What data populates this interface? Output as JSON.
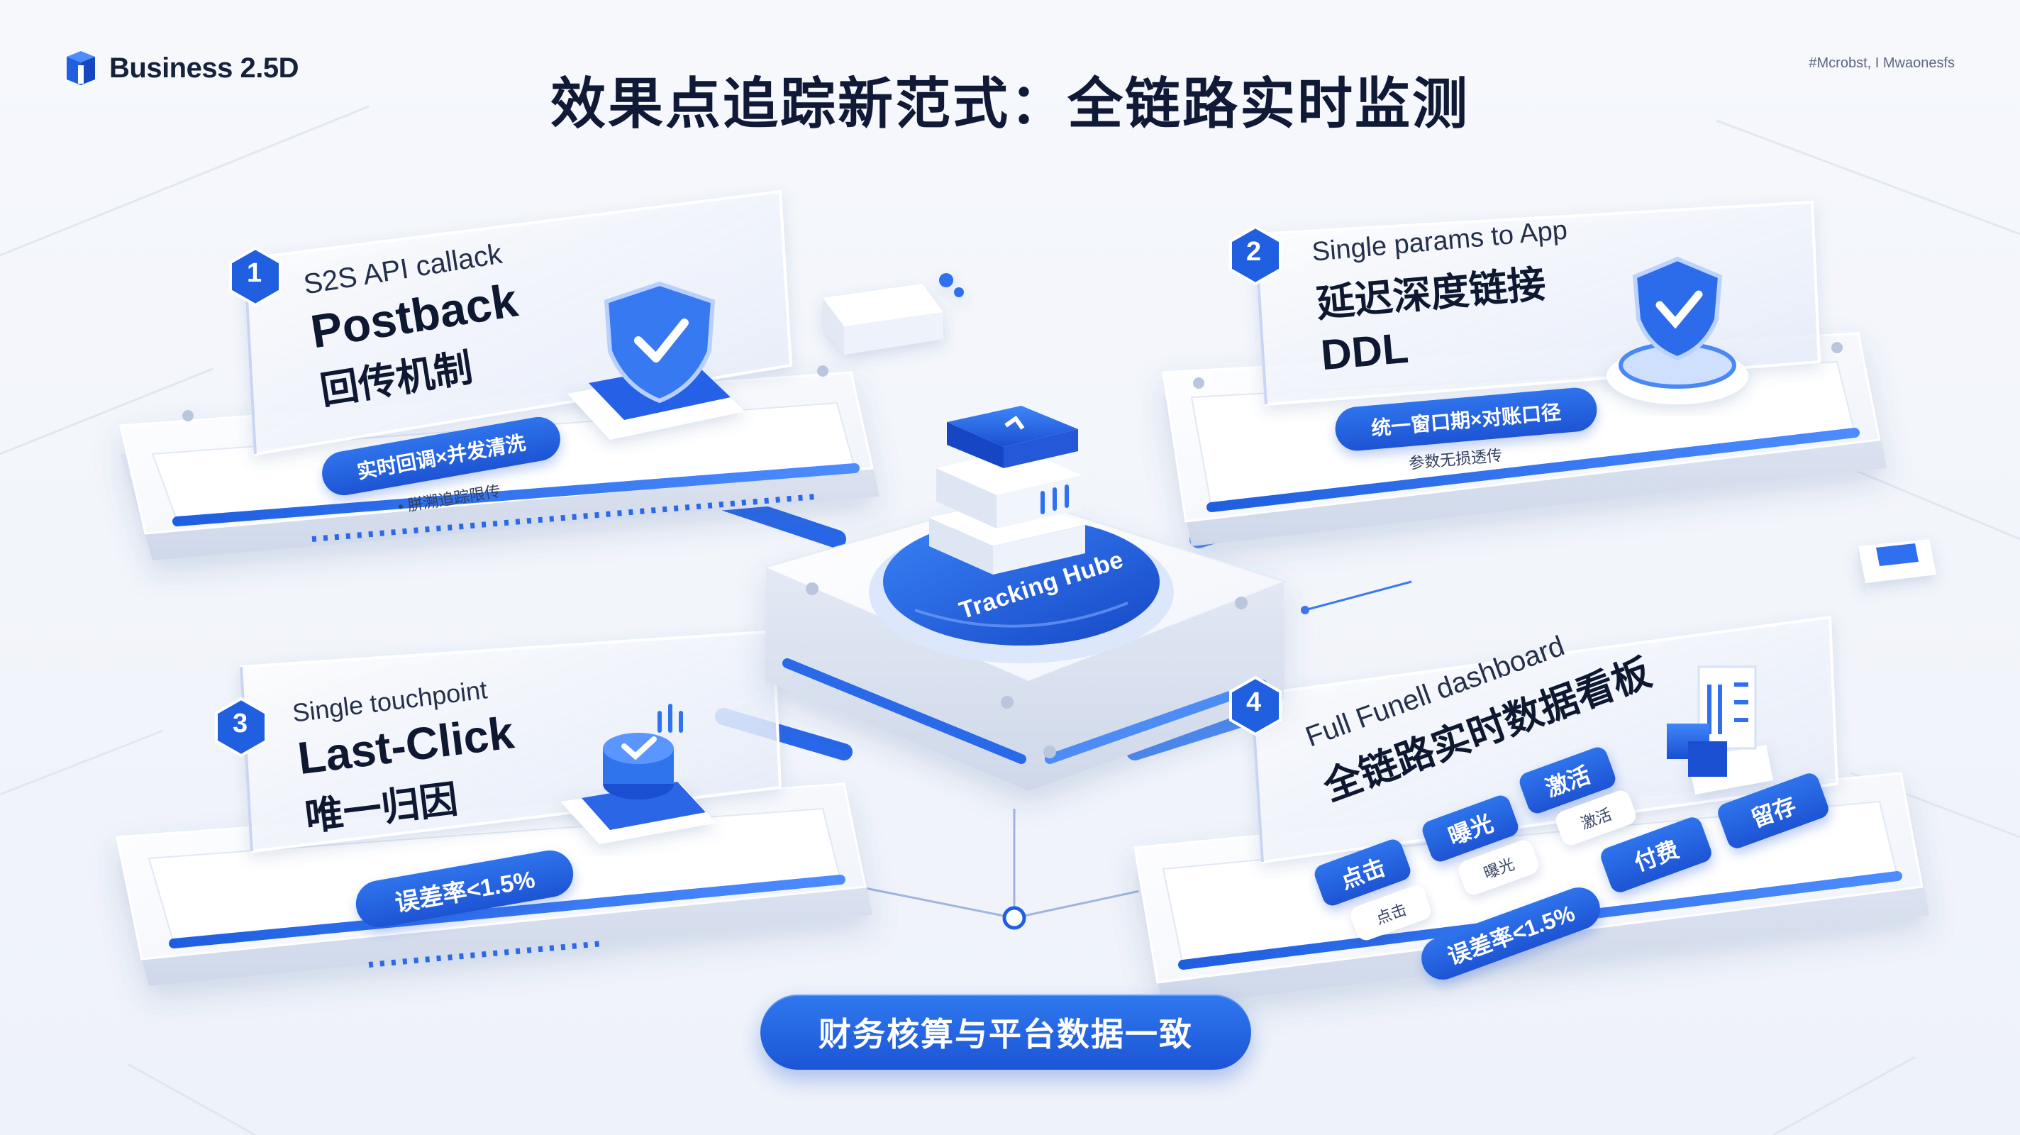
{
  "brand": {
    "name": "Business 2.5D",
    "icon": "cube-logo-icon"
  },
  "title": "效果点追踪新范式：全链路实时监测",
  "watermark": "#Mcrobst, I Mwaonesfs",
  "hub": {
    "label": "Tracking Hube",
    "icon": "server-stack-icon"
  },
  "cards": [
    {
      "number": "1",
      "subtitle": "S2S API callack",
      "title": "Postback",
      "title_cn": "回传机制",
      "pill": "实时回调×并发清洗",
      "note": "• 胼溯追踪限传",
      "icon": "shield-check-icon"
    },
    {
      "number": "2",
      "subtitle": "Single params to App",
      "title_cn": "延迟深度链接",
      "title": "DDL",
      "pill": "统一窗口期×对账口径",
      "note": "参数无损透传",
      "icon": "shield-badge-icon"
    },
    {
      "number": "3",
      "subtitle": "Single touchpoint",
      "title": "Last-Click",
      "title_cn": "唯一归因",
      "pill": "误差率<1.5%",
      "icon": "check-button-icon"
    },
    {
      "number": "4",
      "subtitle": "Full Funell dashboard",
      "title_cn": "全链路实时数据看板",
      "funnel": {
        "steps": [
          {
            "label": "点击",
            "sub": "点击"
          },
          {
            "label": "曝光",
            "sub": "曝光"
          },
          {
            "label": "激活",
            "sub": "激活"
          },
          {
            "label": "付费"
          },
          {
            "label": "留存"
          }
        ],
        "pill": "误差率<1.5%"
      },
      "icon": "dashboard-icon"
    }
  ],
  "banner": "财务核算与平台数据一致",
  "colors": {
    "accent": "#1f5fe0",
    "accent_light": "#5b95ff",
    "background": "#f1f4fa",
    "title": "#101a36"
  }
}
